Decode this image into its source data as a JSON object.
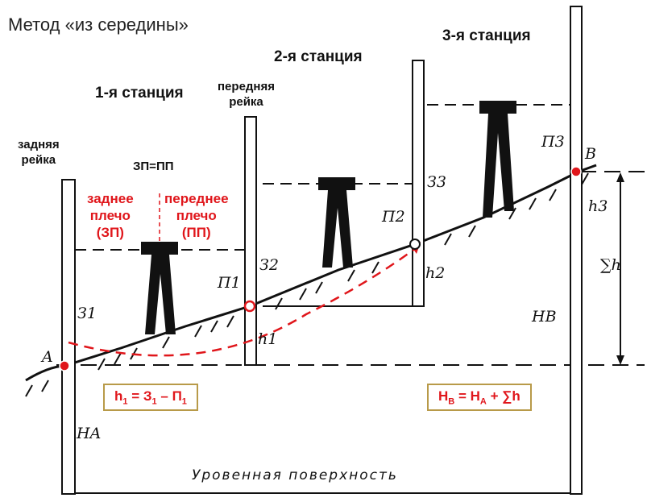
{
  "title": "Метод «из середины»",
  "stations": {
    "first": "1-я станция",
    "second": "2-я станция",
    "third": "3-я станция"
  },
  "rods": {
    "back": "задняя\nрейка",
    "front": "передняя\nрейка"
  },
  "equality": "ЗП=ПП",
  "arms": {
    "back": "заднее\nплечо\n(ЗП)",
    "front": "переднее\nплечо\n(ПП)"
  },
  "formula1": {
    "lhs": "h",
    "lhs_sub": "1",
    "eq": " = З",
    "z_sub": "1",
    "minus": " – П",
    "p_sub": "1"
  },
  "formula2": {
    "lhs": "H",
    "lhs_sub": "B",
    "eq": " = H",
    "a_sub": "A",
    "plus": " + ∑h"
  },
  "points": {
    "a": "A",
    "b": "B"
  },
  "readings": {
    "z1": "З1",
    "z2": "З2",
    "z3": "З3",
    "p1": "П1",
    "p2": "П2",
    "p3": "П3",
    "h1": "h1",
    "h2": "h2",
    "h3": "h3",
    "sum_h": "∑h",
    "ha": "HA",
    "hb": "HB"
  },
  "surface": "Уровенная   поверхность",
  "colors": {
    "accent": "#e0161b",
    "frame": "#b89a49",
    "ink": "#111111"
  }
}
